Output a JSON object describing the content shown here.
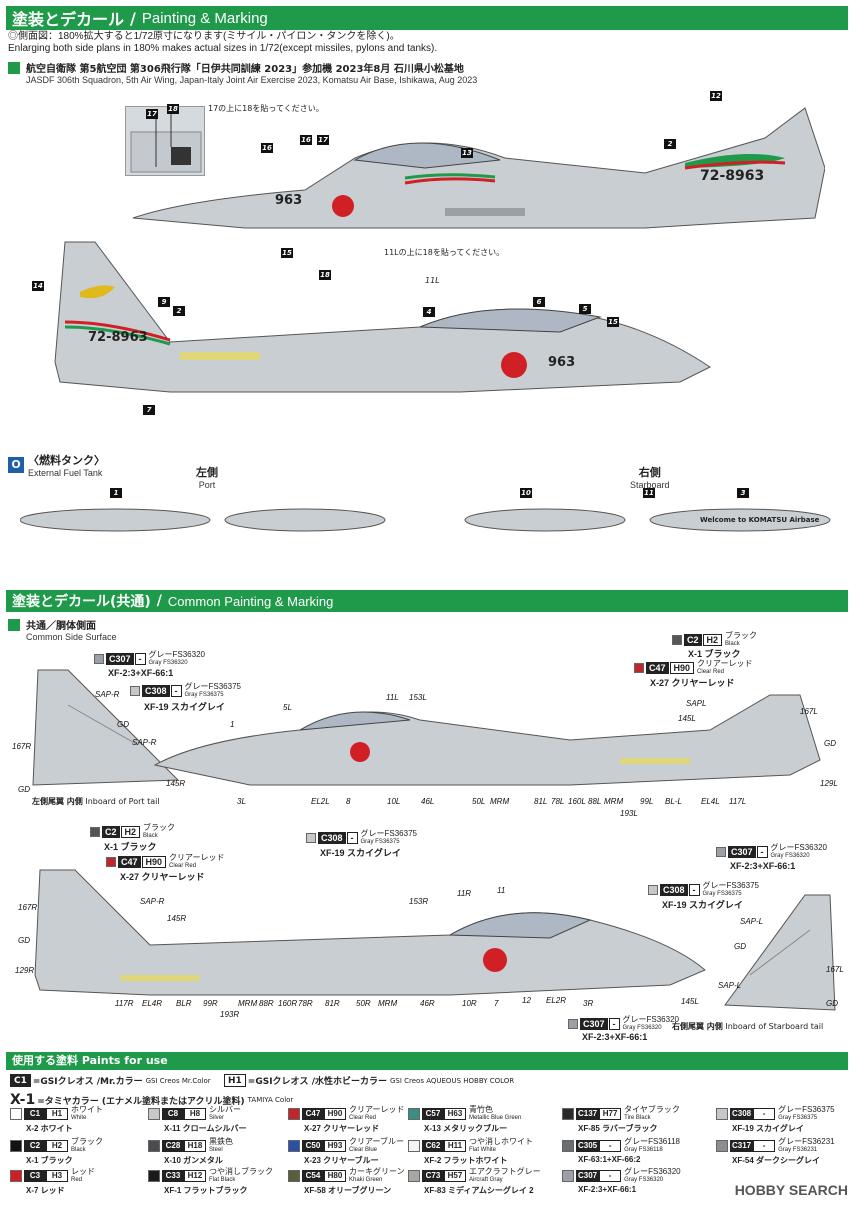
{
  "header1": {
    "jp": "塗装とデカール",
    "sep": "/",
    "en": "Painting & Marking"
  },
  "notes": {
    "line1": "◎側面図：180%拡大すると1/72原寸になります(ミサイル・パイロン・タンクを除く)。",
    "line2": "Enlarging both side plans in 180% makes actual sizes in 1/72(except missiles, pylons and tanks)."
  },
  "aircraft": {
    "jp": "航空自衛隊 第5航空団 第306飛行隊「日伊共同訓練 2023」参加機 2023年8月 石川県小松基地",
    "en": "JASDF 306th Squadron, 5th Air Wing, Japan-Italy Joint Air Exercise 2023, Komatsu Air Base, Ishikawa, Aug 2023"
  },
  "callouts": {
    "inset_note": "17の上に18を貼ってください。",
    "note_11l": "11Lの上に18を貼ってください。",
    "l11": "11L",
    "serial": "72-8963",
    "modex": "963"
  },
  "fuel_tank": {
    "letter": "O",
    "jp": "〈燃料タンク〉",
    "en": "External Fuel Tank",
    "port_jp": "左側",
    "port_en": "Port",
    "stbd_jp": "右側",
    "stbd_en": "Starboard",
    "welcome": "Welcome to KOMATSU Airbase"
  },
  "header2": {
    "jp": "塗装とデカール(共通)",
    "sep": "/",
    "en": "Common Painting & Marking"
  },
  "common": {
    "jp": "共通／胴体側面",
    "en": "Common Side Surface",
    "port_tail_jp": "左側尾翼 内側",
    "port_tail_en": "Inboard of Port tail",
    "stbd_tail_jp": "右側尾翼 内側",
    "stbd_tail_en": "Inboard of Starboard tail"
  },
  "chips": {
    "c307": {
      "c": "C307",
      "h": "-",
      "jp": "グレーFS36320",
      "en": "Gray FS36320",
      "mix": "XF-2:3+XF-66:1"
    },
    "c308": {
      "c": "C308",
      "h": "-",
      "jp": "グレーFS36375",
      "en": "Gray FS36375",
      "mix": "XF-19 スカイグレイ"
    },
    "c2": {
      "c": "C2",
      "h": "H2",
      "jp": "ブラック",
      "en": "Black",
      "mix": "X-1 ブラック"
    },
    "c47": {
      "c": "C47",
      "h": "H90",
      "jp": "クリアーレッド",
      "en": "Clear Red",
      "mix": "X-27 クリヤーレッド"
    }
  },
  "side_labels": {
    "sap_r": "SAP-R",
    "gd": "GD",
    "r167": "167R",
    "r145": "145R",
    "l3": "3L",
    "el2l": "EL2L",
    "n8": "8",
    "l10": "10L",
    "l46": "46L",
    "l50": "50L",
    "mrm": "MRM",
    "l81": "81L",
    "l78": "78L",
    "l160": "160L",
    "l88": "88L",
    "l193": "193L",
    "l99": "99L",
    "bll": "BL-L",
    "el4l": "EL4L",
    "l117": "117L",
    "l129": "129L",
    "n1": "1",
    "l5": "5L",
    "l11": "11L",
    "l153": "153L",
    "sapl": "SAPL",
    "l145": "145L",
    "l167": "167L",
    "r117": "117R",
    "el4r": "EL4R",
    "blr": "BLR",
    "r99": "99R",
    "r88": "88R",
    "r160": "160R",
    "r78": "78R",
    "r81": "81R",
    "r50": "50R",
    "r46": "46R",
    "r10": "10R",
    "n7": "7",
    "n12": "12",
    "el2r": "EL2R",
    "r3": "3R",
    "r193": "193R",
    "r153": "153R",
    "r11": "11R",
    "n11": "11",
    "r129": "129R",
    "sap_l": "SAP-L"
  },
  "paints": {
    "title": "使用する塗料 Paints for use",
    "c1_def": "=GSIクレオス /Mr.カラー",
    "c1_def_en": "GSI Creos Mr.Color",
    "h1_def": "=GSIクレオス /水性ホビーカラー",
    "h1_def_en": "GSI Creos AQUEOUS HOBBY COLOR",
    "x1_def": "=タミヤカラー (エナメル塗料またはアクリル塗料)",
    "x1_def_en": "TAMIYA Color",
    "list": [
      {
        "c": "C1",
        "h": "H1",
        "jp": "ホワイト",
        "en": "White",
        "x": "X-2 ホワイト",
        "col": "#ffffff"
      },
      {
        "c": "C8",
        "h": "H8",
        "jp": "シルバー",
        "en": "Silver",
        "x": "X-11 クロームシルバー",
        "col": "#c8c8c8"
      },
      {
        "c": "C47",
        "h": "H90",
        "jp": "クリアーレッド",
        "en": "Clear Red",
        "x": "X-27 クリヤーレッド",
        "col": "#c0262b"
      },
      {
        "c": "C57",
        "h": "H63",
        "jp": "青竹色",
        "en": "Metallic Blue Green",
        "x": "X-13 メタリックブルー",
        "col": "#3a8f84"
      },
      {
        "c": "C137",
        "h": "H77",
        "jp": "タイヤブラック",
        "en": "Tire Black",
        "x": "XF-85 ラバーブラック",
        "col": "#2a2a2a"
      },
      {
        "c": "C308",
        "h": "-",
        "jp": "グレーFS36375",
        "en": "Gray FS36375",
        "x": "XF-19 スカイグレイ",
        "col": "#c4c8cb"
      },
      {
        "c": "C2",
        "h": "H2",
        "jp": "ブラック",
        "en": "Black",
        "x": "X-1 ブラック",
        "col": "#111111"
      },
      {
        "c": "C28",
        "h": "H18",
        "jp": "黒鉄色",
        "en": "Steel",
        "x": "X-10 ガンメタル",
        "col": "#4a4c50"
      },
      {
        "c": "C50",
        "h": "H93",
        "jp": "クリアーブルー",
        "en": "Clear Blue",
        "x": "X-23 クリヤーブルー",
        "col": "#2c4fa6"
      },
      {
        "c": "C62",
        "h": "H11",
        "jp": "つや消しホワイト",
        "en": "Flat White",
        "x": "XF-2 フラットホワイト",
        "col": "#f4f4f4"
      },
      {
        "c": "C305",
        "h": "-",
        "jp": "グレーFS36118",
        "en": "Gray FS36118",
        "x": "XF-63:1+XF-66:2",
        "col": "#6a6e72"
      },
      {
        "c": "C317",
        "h": "-",
        "jp": "グレーFS36231",
        "en": "Gray FS36231",
        "x": "XF-54 ダークシーグレイ",
        "col": "#8a8e90"
      },
      {
        "c": "C3",
        "h": "H3",
        "jp": "レッド",
        "en": "Red",
        "x": "X-7 レッド",
        "col": "#d11f26"
      },
      {
        "c": "C33",
        "h": "H12",
        "jp": "つや消しブラック",
        "en": "Flat Black",
        "x": "XF-1 フラットブラック",
        "col": "#1b1b1b"
      },
      {
        "c": "C54",
        "h": "H80",
        "jp": "カーキグリーン",
        "en": "Khaki Green",
        "x": "XF-58 オリーブグリーン",
        "col": "#5b5e3a"
      },
      {
        "c": "C73",
        "h": "H57",
        "jp": "エアクラフトグレー",
        "en": "Aircraft Gray",
        "x": "XF-83 ミディアムシーグレイ 2",
        "col": "#a6a8a4"
      },
      {
        "c": "C307",
        "h": "-",
        "jp": "グレーFS36320",
        "en": "Gray FS36320",
        "x": "XF-2:3+XF-66:1",
        "col": "#9aa0a5"
      }
    ]
  },
  "watermark": "HOBBY SEARCH",
  "colors": {
    "green": "#1f9a4a",
    "gray": "#c9ced2",
    "red": "#d11f26"
  }
}
